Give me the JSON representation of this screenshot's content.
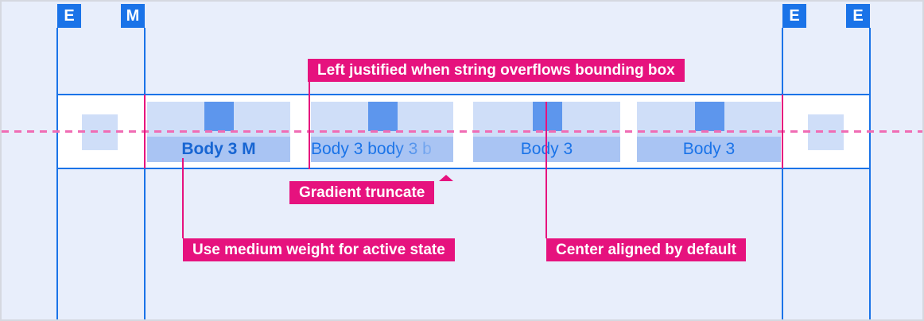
{
  "markers": [
    {
      "label": "E"
    },
    {
      "label": "M"
    },
    {
      "label": "E"
    },
    {
      "label": "E"
    }
  ],
  "tabs": [
    {
      "label": "Body 3 M",
      "state": "active-medium-weight"
    },
    {
      "label": "Body 3 body 3 b",
      "state": "overflow-gradient-truncate"
    },
    {
      "label": "Body 3",
      "state": "default"
    },
    {
      "label": "Body 3",
      "state": "default"
    }
  ],
  "annotations": {
    "left_justified": "Left justified when string overflows bounding box",
    "gradient_truncate": "Gradient truncate",
    "medium_weight": "Use medium weight for active state",
    "center_aligned": "Center aligned by default"
  },
  "colors": {
    "background": "#e8eefb",
    "guide_blue": "#1a73e8",
    "annotation_magenta": "#e6127e",
    "dash_pink": "#f06cb4",
    "tab_top_fill": "#cfdef8",
    "tab_label_fill": "#a9c4f3",
    "icon_fill": "#5d96ed",
    "tab_text": "#1a73e8"
  }
}
